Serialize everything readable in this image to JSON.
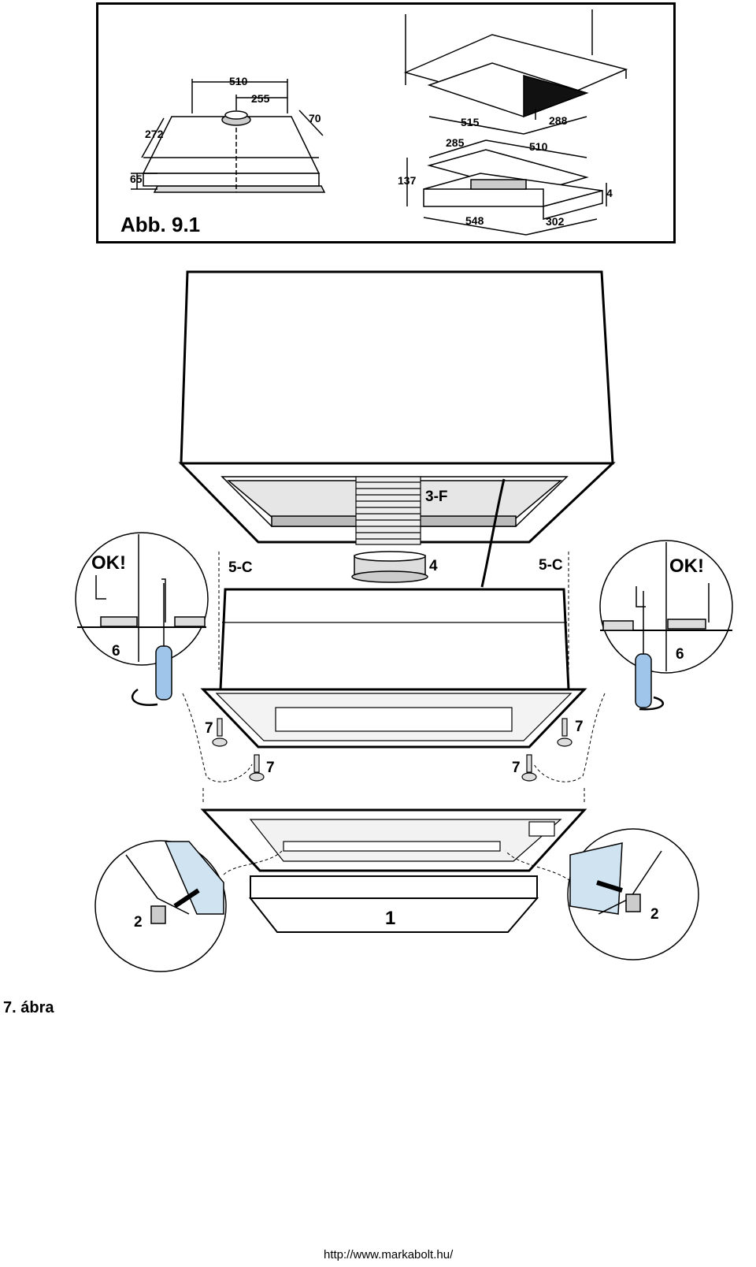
{
  "figure_top": {
    "label": "Abb. 9.1",
    "left_dimensions": {
      "width": "510",
      "center": "255",
      "depth": "272",
      "height": "65",
      "offset": "70"
    },
    "right_dimensions": {
      "d1": "515",
      "d2": "288",
      "d3": "285",
      "d4": "510",
      "d5": "137",
      "d6": "548",
      "d7": "302",
      "d8": "4"
    }
  },
  "figure_main": {
    "labels": {
      "duct": "3-F",
      "collar": "4",
      "clamp_left": "5-C",
      "clamp_right": "5-C",
      "ok_left": "OK!",
      "ok_right": "OK!",
      "step_left": "6",
      "step_right": "6",
      "screw": "7",
      "filter": "1",
      "latch_left": "2",
      "latch_right": "2"
    }
  },
  "caption": "7. ábra",
  "footer": {
    "url": "http://www.markabolt.hu/"
  }
}
